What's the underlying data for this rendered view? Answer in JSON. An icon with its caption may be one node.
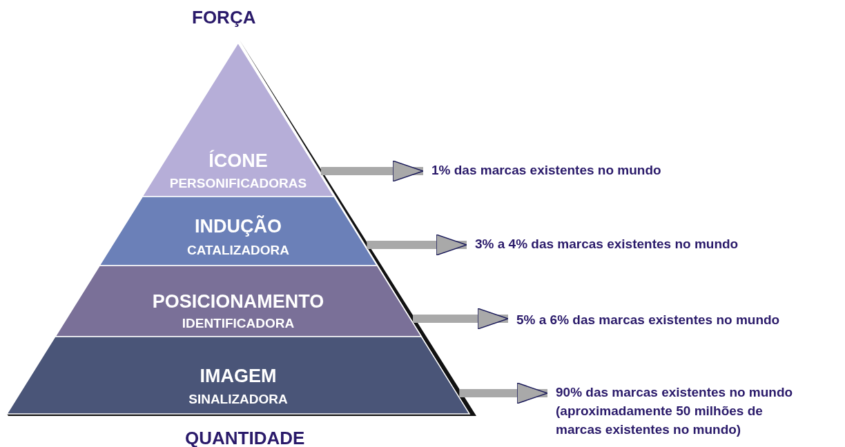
{
  "diagram": {
    "nodes": [
      {
        "text": [
          "ÍCONE",
          "PERSONIFICADORAS"
        ]
      },
      {
        "text": [
          "INDUÇÃO",
          "CATALIZADORA"
        ]
      },
      {
        "text": [
          "POSICIONAMENTO",
          "IDENTIFICADORA"
        ]
      },
      {
        "text": [
          "IMAGEM",
          "SINALIZADORA"
        ]
      },
      {
        "text": [
          "1% das marcas existentes no mundo"
        ]
      },
      {
        "text": [
          "3% a 4% das marcas existentes no mundo"
        ]
      },
      {
        "text": [
          "5% a 6% das marcas existentes no mundo"
        ]
      },
      {
        "text": [
          "90% das marcas existentes no mundo",
          "(aproximadamente 50 milhões de marcas existentes no mundo)"
        ]
      }
    ],
    "edges": [
      {
        "from": 0,
        "to": 4,
        "arrow": "to"
      },
      {
        "from": 1,
        "to": 5,
        "arrow": "to"
      },
      {
        "from": 2,
        "to": 6,
        "arrow": "to"
      },
      {
        "from": 3,
        "to": 7,
        "arrow": "to"
      }
    ],
    "labels": [
      "FORÇA",
      "QUANTIDADE"
    ]
  }
}
